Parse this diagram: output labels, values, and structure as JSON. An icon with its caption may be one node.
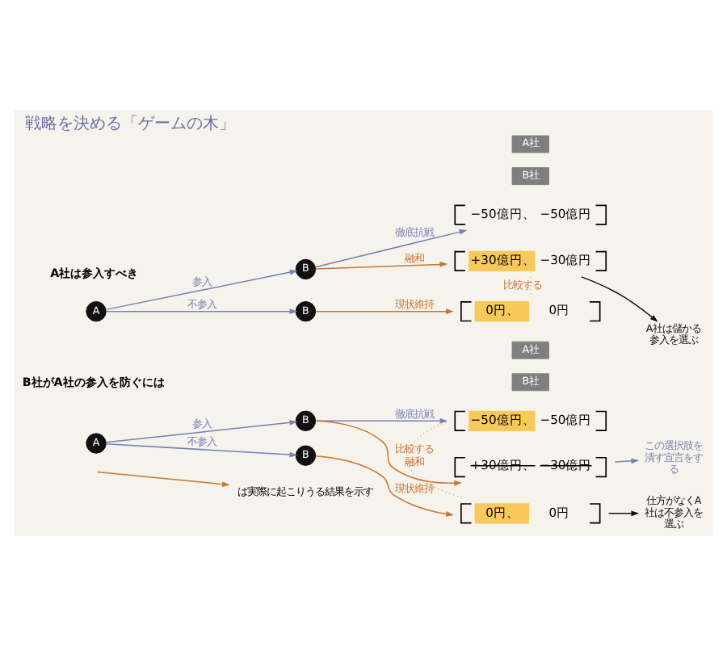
{
  "diagram": {
    "title": "戦略を決める「ゲームの木」",
    "nodes": [
      {
        "text": [
          "A社"
        ]
      },
      {
        "text": [
          "B社"
        ]
      },
      {
        "text": [
          "A"
        ]
      },
      {
        "text": [
          "B"
        ]
      },
      {
        "text": [
          "B"
        ]
      },
      {
        "text": [
          "−50億円、",
          "−50億円"
        ]
      },
      {
        "text": [
          "+30億円、",
          "−30億円"
        ]
      },
      {
        "text": [
          "0円、",
          "0円"
        ]
      },
      {
        "text": [
          "A社は儲かる参入を選ぶ"
        ]
      },
      {
        "text": [
          "A社"
        ]
      },
      {
        "text": [
          "B社"
        ]
      },
      {
        "text": [
          "A"
        ]
      },
      {
        "text": [
          "B"
        ]
      },
      {
        "text": [
          "B"
        ]
      },
      {
        "text": [
          "−50億円、",
          "−50億円"
        ]
      },
      {
        "text": [
          "+30億円、",
          "−30億円"
        ]
      },
      {
        "text": [
          "0円、",
          "0円"
        ]
      },
      {
        "text": [
          "この選択肢を潰す宣言をする"
        ]
      },
      {
        "text": [
          "仕方がなくA社は不参入を選ぶ"
        ]
      }
    ],
    "edges": [
      {
        "from": 2,
        "to": 3,
        "arrow": "to",
        "label": "参入",
        "color": "#7a7fb5"
      },
      {
        "from": 2,
        "to": 4,
        "arrow": "to",
        "label": "不参入",
        "color": "#7a7fb5"
      },
      {
        "from": 3,
        "to": 5,
        "arrow": "to",
        "label": "徹底抗戦",
        "color": "#7a7fb5"
      },
      {
        "from": 3,
        "to": 6,
        "arrow": "to",
        "label": "融和",
        "color": "#c87533"
      },
      {
        "from": 4,
        "to": 7,
        "arrow": "to",
        "label": "現状維持",
        "color": "#c87533"
      },
      {
        "from": 6,
        "to": 7,
        "arrow": "none",
        "label": "比較する",
        "style": "dashed",
        "color": "#c87533"
      },
      {
        "from": 6,
        "to": 8,
        "arrow": "to",
        "color": "#111111"
      },
      {
        "from": 11,
        "to": 12,
        "arrow": "to",
        "label": "参入",
        "color": "#7a7fb5"
      },
      {
        "from": 11,
        "to": 13,
        "arrow": "to",
        "label": "不参入",
        "color": "#7a7fb5"
      },
      {
        "from": 12,
        "to": 14,
        "arrow": "to",
        "label": "徹底抗戦",
        "color": "#7a7fb5"
      },
      {
        "from": 12,
        "to": 15,
        "arrow": "to",
        "label": "融和",
        "color": "#c87533"
      },
      {
        "from": 13,
        "to": 16,
        "arrow": "to",
        "label": "現状維持",
        "color": "#c87533"
      },
      {
        "from": 14,
        "to": 16,
        "arrow": "none",
        "label": "比較する",
        "style": "dashed",
        "color": "#c87533"
      },
      {
        "from": 15,
        "to": 17,
        "arrow": "to",
        "color": "#7a7fb5"
      },
      {
        "from": 16,
        "to": 18,
        "arrow": "to",
        "color": "#111111"
      }
    ],
    "labels": [
      "A社は参入すべき",
      "B社がA社の参入を防ぐには"
    ],
    "legend": [
      {
        "text": "は実際に起こりうる結果を示す"
      }
    ]
  }
}
